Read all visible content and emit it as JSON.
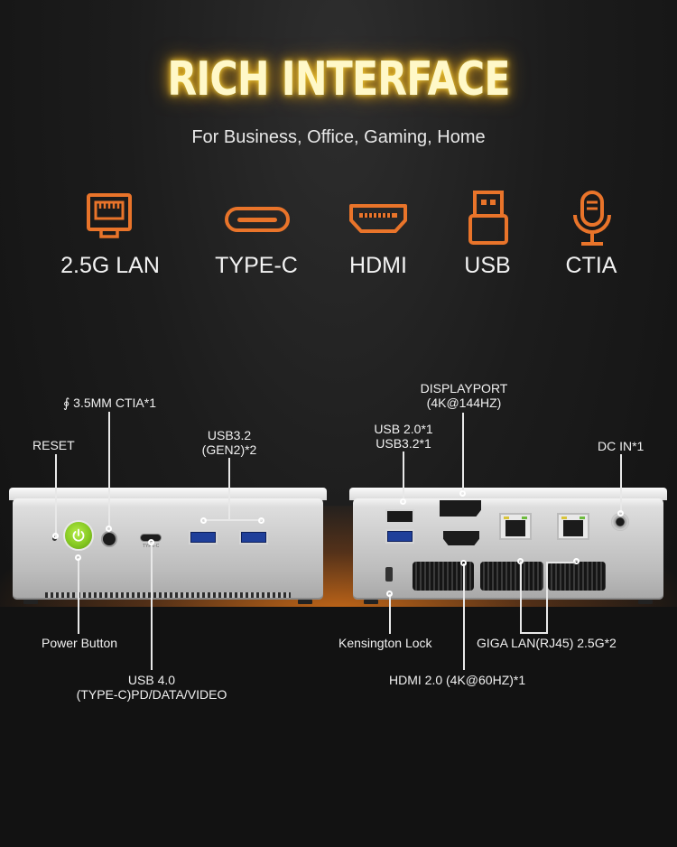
{
  "header": {
    "title": "RICH INTERFACE",
    "subtitle": "For Business, Office, Gaming, Home"
  },
  "features": [
    {
      "label": "2.5G LAN",
      "icon": "ethernet-port-icon"
    },
    {
      "label": "TYPE-C",
      "icon": "usb-c-port-icon"
    },
    {
      "label": "HDMI",
      "icon": "hdmi-port-icon"
    },
    {
      "label": "USB",
      "icon": "usb-plug-icon"
    },
    {
      "label": "CTIA",
      "icon": "microphone-icon"
    }
  ],
  "colors": {
    "accent_orange": "#e9742a",
    "title_glow": "#f4d23a",
    "power_green": "#8ed12a"
  },
  "front_labels": {
    "ctia": "∮ 3.5MM CTIA*1",
    "reset": "RESET",
    "usb32_line1": "USB3.2",
    "usb32_line2": "(GEN2)*2",
    "power": "Power Button",
    "usb4_line1": "USB 4.0",
    "usb4_line2": "(TYPE-C)PD/DATA/VIDEO",
    "typec_print": "TYPE-C"
  },
  "rear_labels": {
    "displayport_line1": "DISPLAYPORT",
    "displayport_line2": "(4K@144HZ)",
    "usb_rear_line1": "USB 2.0*1",
    "usb_rear_line2": "USB3.2*1",
    "dcin": "DC IN*1",
    "kensington": "Kensington Lock",
    "lan": "GIGA LAN(RJ45) 2.5G*2",
    "hdmi": "HDMI 2.0 (4K@60HZ)*1"
  }
}
